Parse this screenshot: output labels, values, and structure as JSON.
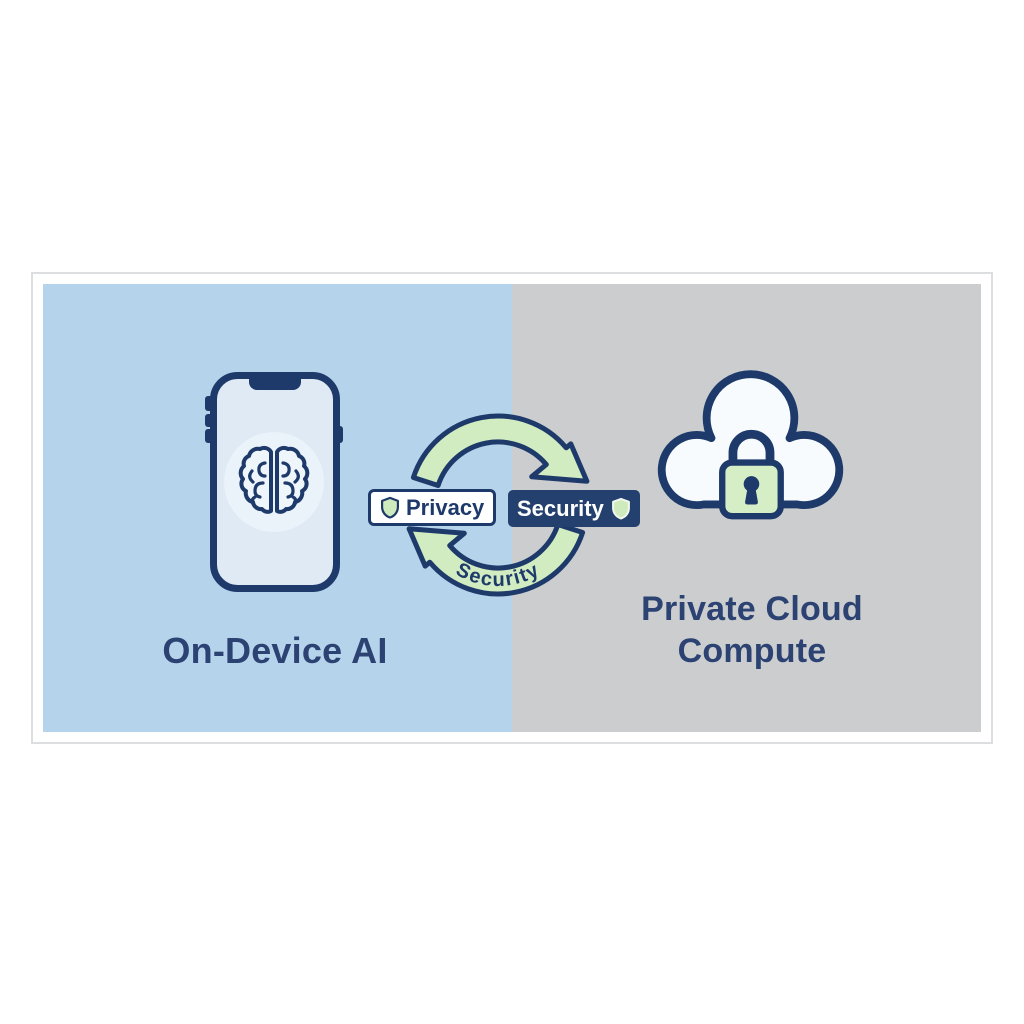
{
  "diagram": {
    "left_panel": {
      "label": "On-Device AI",
      "icon": "smartphone-brain-icon",
      "bg_color": "#b5d4eb"
    },
    "right_panel": {
      "label": "Private Cloud Compute",
      "icon": "cloud-padlock-icon",
      "bg_color": "#cbcdce"
    },
    "privacy_badge": {
      "label": "Privacy",
      "icon": "shield-icon"
    },
    "security_badge": {
      "label": "Security",
      "icon": "shield-icon"
    },
    "cycle": {
      "bottom_arc_label": "Security",
      "icon": "circular-arrows-icon"
    },
    "colors": {
      "navy_outline": "#1e3a6b",
      "navy_text": "#2b4273",
      "arrow_green": "#d2ecc2",
      "lock_green": "#d6eec6",
      "shield_green": "#cfeabc",
      "phone_screen": "#dfeaf5",
      "cloud_fill": "#f8fbfd",
      "frame_border": "#dcdee0"
    }
  }
}
